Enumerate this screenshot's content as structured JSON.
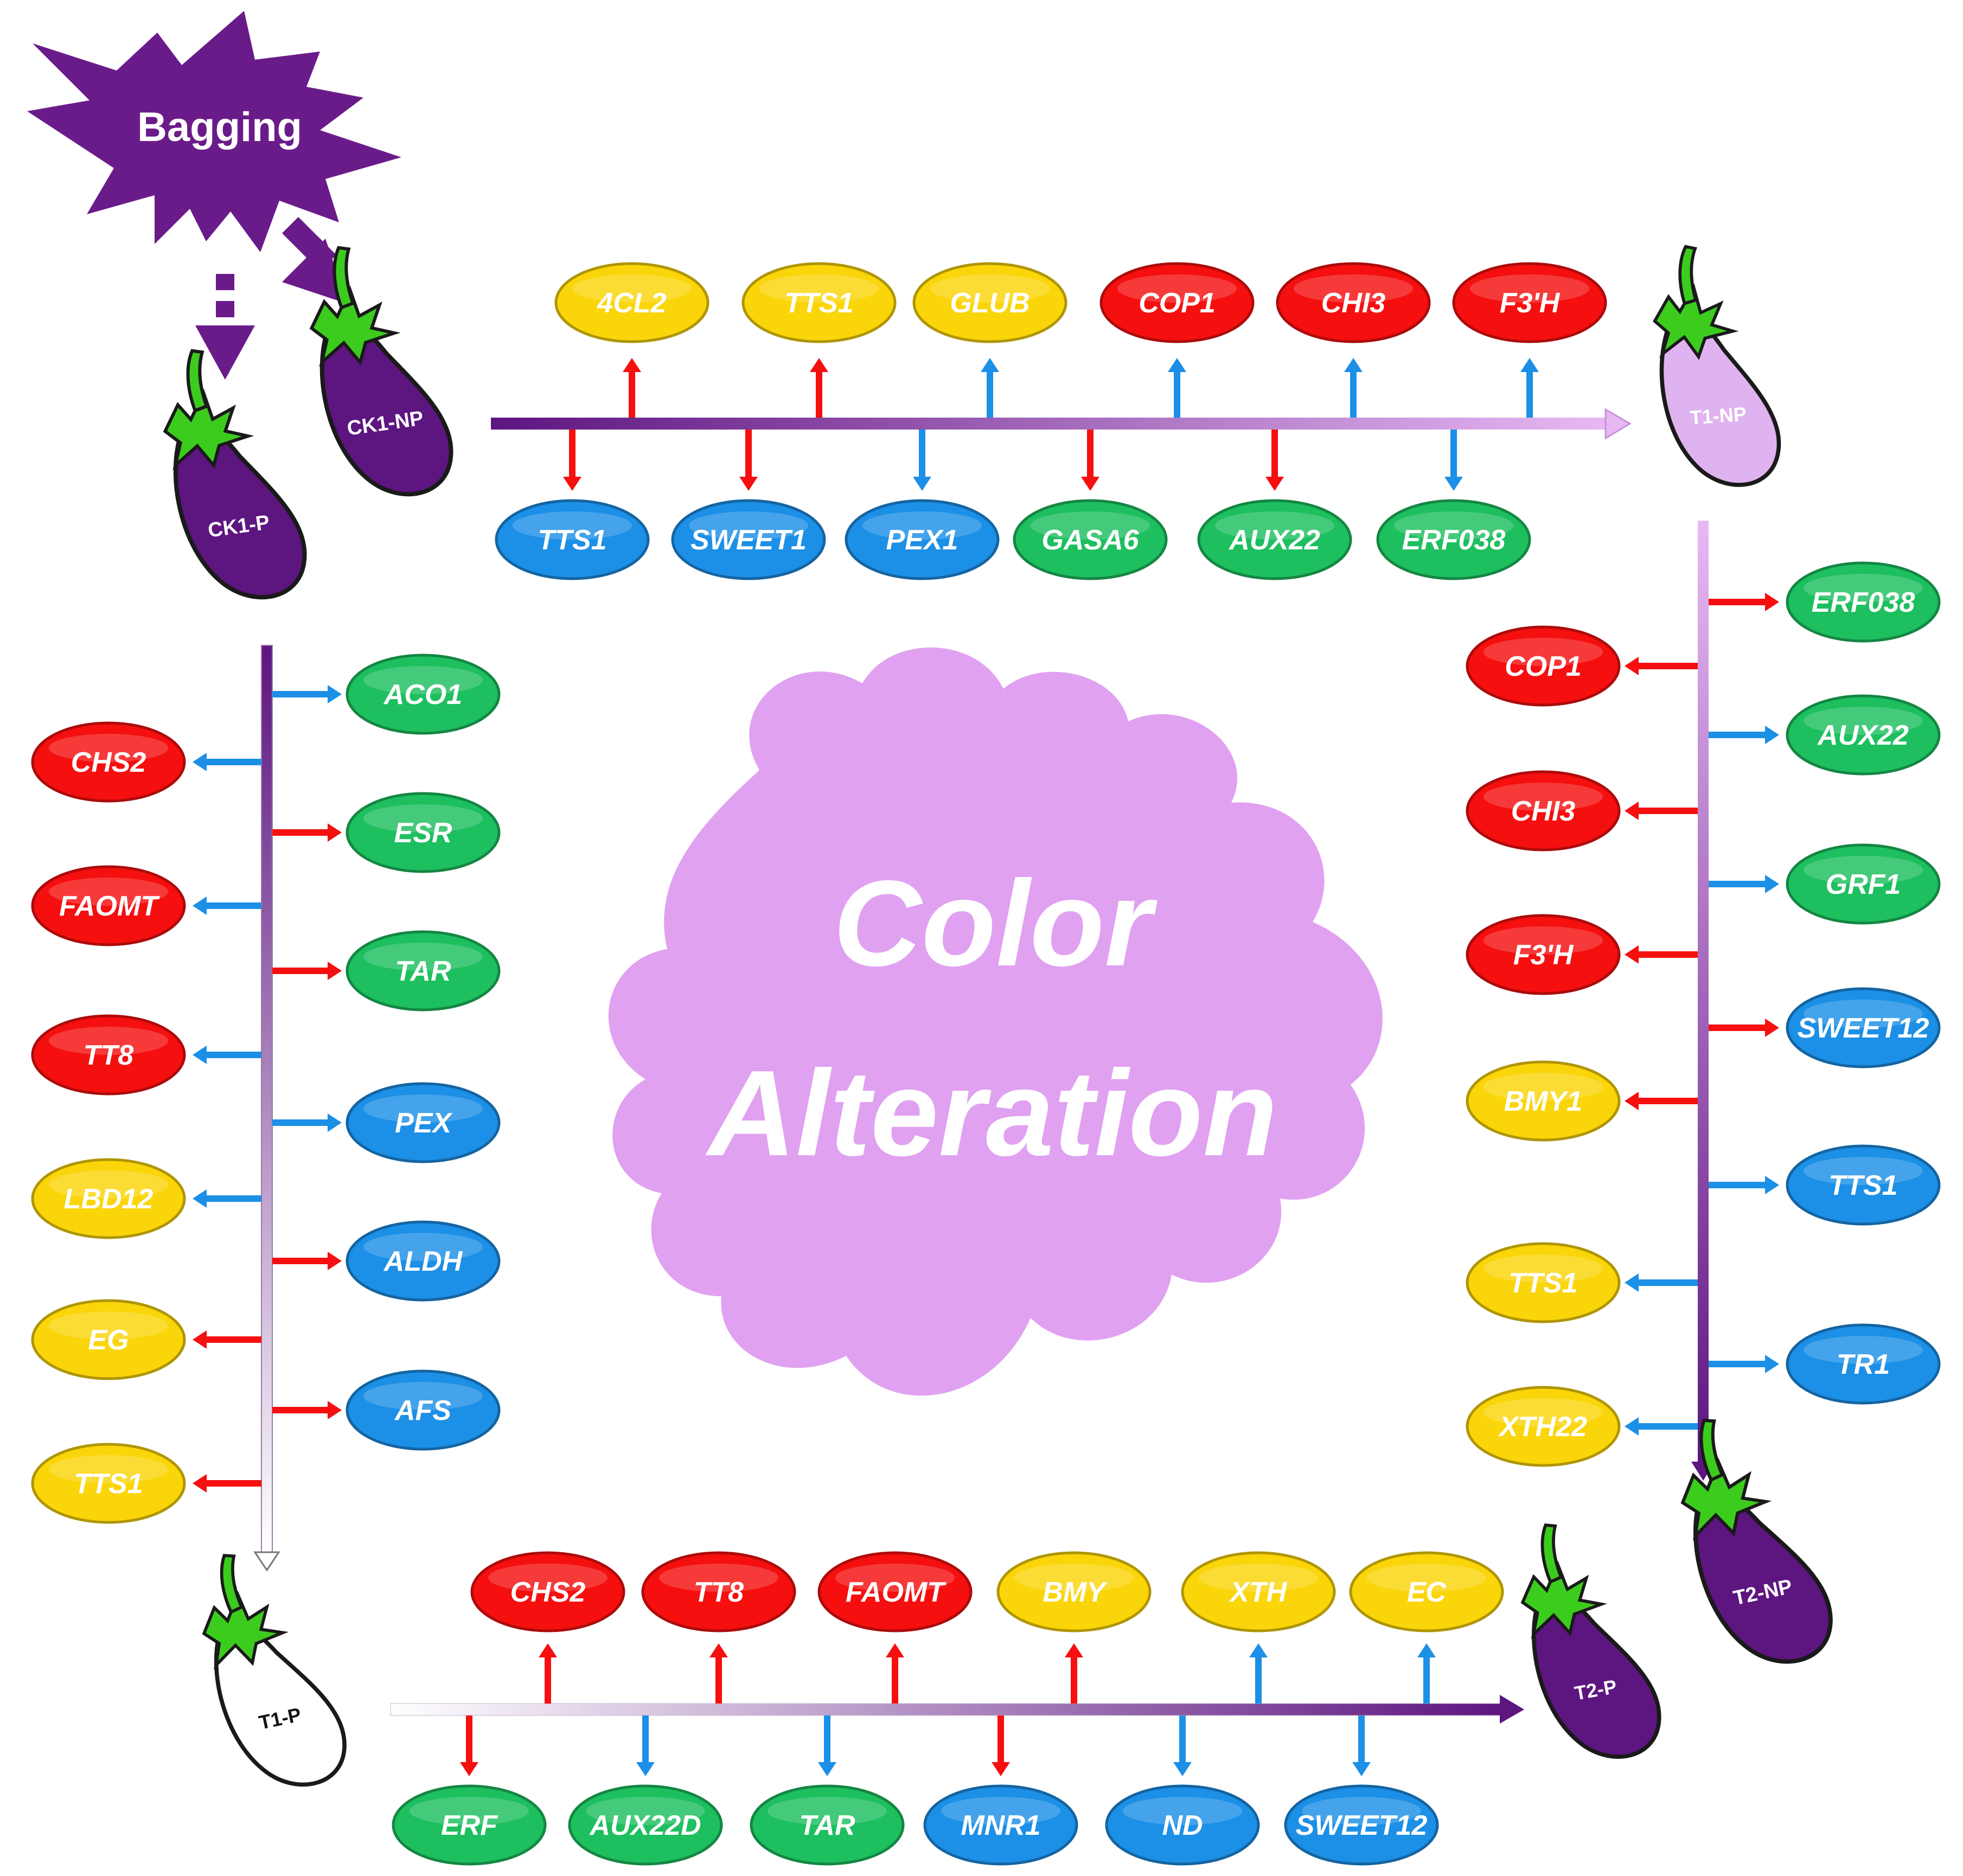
{
  "colors": {
    "red": "#f50f0f",
    "yellow": "#fad509",
    "blue": "#1c8fe6",
    "green": "#1dbf5f",
    "purple_dark": "#5d1580",
    "purple_light": "#dfb3ef",
    "cloud": "#e0a1f0",
    "arrow_red": "#f50f0f",
    "arrow_blue": "#1c8fe6",
    "stem_green": "#3ccc1e"
  },
  "trigger": {
    "label": "Bagging"
  },
  "center": {
    "line1": "Color",
    "line2": "Alteration"
  },
  "fruits": {
    "ck1_np": "CK1-NP",
    "ck1_p": "CK1-P",
    "t1_np": "T1-NP",
    "t1_p": "T1-P",
    "t2_np": "T2-NP",
    "t2_p": "T2-P"
  },
  "top_axis": {
    "above": [
      {
        "label": "4CL2",
        "color": "yellow",
        "arrow": "red"
      },
      {
        "label": "TTS1",
        "color": "yellow",
        "arrow": "red"
      },
      {
        "label": "GLUB",
        "color": "yellow",
        "arrow": "blue"
      },
      {
        "label": "COP1",
        "color": "red",
        "arrow": "blue"
      },
      {
        "label": "CHI3",
        "color": "red",
        "arrow": "blue"
      },
      {
        "label": "F3'H",
        "color": "red",
        "arrow": "blue"
      }
    ],
    "below": [
      {
        "label": "TTS1",
        "color": "blue",
        "arrow": "red"
      },
      {
        "label": "SWEET1",
        "color": "blue",
        "arrow": "red"
      },
      {
        "label": "PEX1",
        "color": "blue",
        "arrow": "blue"
      },
      {
        "label": "GASA6",
        "color": "green",
        "arrow": "red"
      },
      {
        "label": "AUX22",
        "color": "green",
        "arrow": "red"
      },
      {
        "label": "ERF038",
        "color": "green",
        "arrow": "blue"
      }
    ]
  },
  "left_axis": {
    "right": [
      {
        "label": "ACO1",
        "color": "green",
        "arrow": "blue"
      },
      {
        "label": "ESR",
        "color": "green",
        "arrow": "red"
      },
      {
        "label": "TAR",
        "color": "green",
        "arrow": "red"
      },
      {
        "label": "PEX",
        "color": "blue",
        "arrow": "blue"
      },
      {
        "label": "ALDH",
        "color": "blue",
        "arrow": "red"
      },
      {
        "label": "AFS",
        "color": "blue",
        "arrow": "red"
      }
    ],
    "left": [
      {
        "label": "CHS2",
        "color": "red",
        "arrow": "blue"
      },
      {
        "label": "FAOMT",
        "color": "red",
        "arrow": "blue"
      },
      {
        "label": "TT8",
        "color": "red",
        "arrow": "blue"
      },
      {
        "label": "LBD12",
        "color": "yellow",
        "arrow": "blue"
      },
      {
        "label": "EG",
        "color": "yellow",
        "arrow": "red"
      },
      {
        "label": "TTS1",
        "color": "yellow",
        "arrow": "red"
      }
    ]
  },
  "right_axis": {
    "right": [
      {
        "label": "ERF038",
        "color": "green",
        "arrow": "red"
      },
      {
        "label": "AUX22",
        "color": "green",
        "arrow": "blue"
      },
      {
        "label": "GRF1",
        "color": "green",
        "arrow": "blue"
      },
      {
        "label": "SWEET12",
        "color": "blue",
        "arrow": "red"
      },
      {
        "label": "TTS1",
        "color": "blue",
        "arrow": "blue"
      },
      {
        "label": "TR1",
        "color": "blue",
        "arrow": "blue"
      }
    ],
    "left": [
      {
        "label": "COP1",
        "color": "red",
        "arrow": "red"
      },
      {
        "label": "CHI3",
        "color": "red",
        "arrow": "red"
      },
      {
        "label": "F3'H",
        "color": "red",
        "arrow": "red"
      },
      {
        "label": "BMY1",
        "color": "yellow",
        "arrow": "red"
      },
      {
        "label": "TTS1",
        "color": "yellow",
        "arrow": "blue"
      },
      {
        "label": "XTH22",
        "color": "yellow",
        "arrow": "blue"
      }
    ]
  },
  "bottom_axis": {
    "above": [
      {
        "label": "CHS2",
        "color": "red",
        "arrow": "red"
      },
      {
        "label": "TT8",
        "color": "red",
        "arrow": "red"
      },
      {
        "label": "FAOMT",
        "color": "red",
        "arrow": "red"
      },
      {
        "label": "BMY",
        "color": "yellow",
        "arrow": "red"
      },
      {
        "label": "XTH",
        "color": "yellow",
        "arrow": "blue"
      },
      {
        "label": "EC",
        "color": "yellow",
        "arrow": "blue"
      }
    ],
    "below": [
      {
        "label": "ERF",
        "color": "green",
        "arrow": "red"
      },
      {
        "label": "AUX22D",
        "color": "green",
        "arrow": "blue"
      },
      {
        "label": "TAR",
        "color": "green",
        "arrow": "blue"
      },
      {
        "label": "MNR1",
        "color": "blue",
        "arrow": "red"
      },
      {
        "label": "ND",
        "color": "blue",
        "arrow": "blue"
      },
      {
        "label": "SWEET12",
        "color": "blue",
        "arrow": "blue"
      }
    ]
  }
}
